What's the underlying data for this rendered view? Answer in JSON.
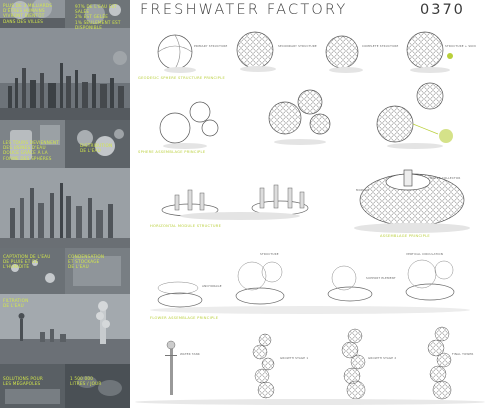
{
  "header": {
    "title": "FRESHWATER FACTORY",
    "code": "0370"
  },
  "panel_texts": [
    {
      "text": "PLUS DE 3 MILLIARDS\nD'ÊTRES HUMAINS\nVIVRONT BIENTÔT\nDANS DES VILLES"
    },
    {
      "text": "97% DE L'EAU EST SALÉE\n2% EST GELÉE\n1% SEULEMENT EST\nDISPONIBLE"
    },
    {
      "text": "LES TOURS DEVIENNENT\nDES USINES D'EAU\nDOUCE GRÂCE À LA\nFORME DES SPHÈRES"
    },
    {
      "text": "DISTRIBUTION\nDE L'EAU"
    },
    {
      "text": "CAPTATION DE L'EAU\nDE PLUIE ET DE\nL'HUMIDITÉ"
    },
    {
      "text": "CONDENSATION\nET STOCKAGE\nDE L'EAU"
    },
    {
      "text": "FILTRATION\nDE L'EAU"
    },
    {
      "text": "SOLUTIONS POUR\nLES MÉGAPOLES"
    },
    {
      "text": "1 500 000\nLITRES / JOUR"
    }
  ],
  "captions": {
    "row1": "GEODESIC SPHERE STRUCTURE PRINCIPLE",
    "row2": "SPHERE ASSEMBLAGE PRINCIPLE",
    "row3a": "HORIZONTAL MODULE STRUCTURE",
    "row3b": "ASSEMBLAGE PRINCIPLE",
    "row4": "FLOWER ASSEMBLAGE PRINCIPLE"
  },
  "labels": {
    "l1": "PRIMARY STRUCTURE",
    "l2": "SECONDARY STRUCTURE",
    "l3": "COMPLETE STRUCTURE",
    "l4": "STRUCTURE + SKIN",
    "l5": "WATER COLLECTOR",
    "l6": "MODULE",
    "l7": "ANCHORAGE",
    "l8": "STRUCTURE",
    "l9": "VERTICAL CIRCULATION",
    "l10": "SUPPORT ELEMENT",
    "l11": "WATER TANK",
    "l12": "GROWTH STAGE 1",
    "l13": "GROWTH STAGE 2",
    "l14": "FINAL TOWER"
  }
}
